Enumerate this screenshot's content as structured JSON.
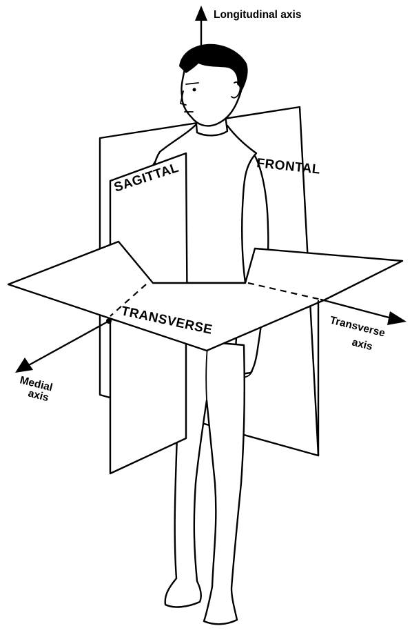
{
  "planes": {
    "sagittal": "SAGITTAL",
    "frontal": "FRONTAL",
    "transverse": "TRANSVERSE"
  },
  "axes": {
    "longitudinal": "Longitudinal axis",
    "transverse_line1": "Transverse",
    "transverse_line2": "axis",
    "medial_line1": "Medial",
    "medial_line2": "axis"
  }
}
